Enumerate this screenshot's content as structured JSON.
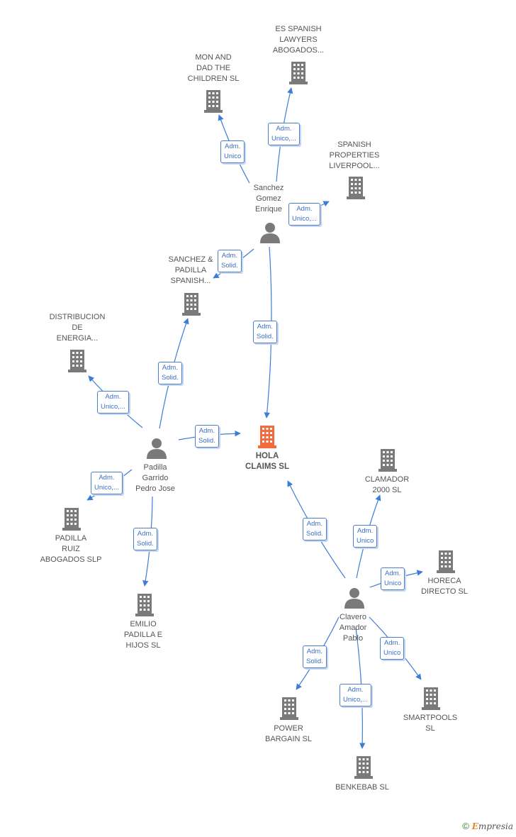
{
  "colors": {
    "edge": "#3d7dd6",
    "company": "#7a7a7a",
    "focus": "#f26a3d",
    "person": "#7a7a7a"
  },
  "nodes": [
    {
      "id": "hola",
      "kind": "company-focus",
      "label": "HOLA\nCLAIMS  SL"
    },
    {
      "id": "sanchez",
      "kind": "person",
      "label": "Sanchez\nGomez\nEnrique"
    },
    {
      "id": "padilla",
      "kind": "person",
      "label": "Padilla\nGarrido\nPedro Jose"
    },
    {
      "id": "clavero",
      "kind": "person",
      "label": "Clavero\nAmador\nPablo"
    },
    {
      "id": "mondad",
      "kind": "company",
      "label": "MON AND\nDAD THE\nCHILDREN  SL"
    },
    {
      "id": "eslawyers",
      "kind": "company",
      "label": "ES SPANISH\nLAWYERS\nABOGADOS..."
    },
    {
      "id": "spanishprop",
      "kind": "company",
      "label": "SPANISH\nPROPERTIES\nLIVERPOOL..."
    },
    {
      "id": "sanchezpad",
      "kind": "company",
      "label": "SANCHEZ &\nPADILLA\nSPANISH..."
    },
    {
      "id": "distribucion",
      "kind": "company",
      "label": "DISTRIBUCION\nDE\nENERGIA..."
    },
    {
      "id": "padillaruiz",
      "kind": "company",
      "label": "PADILLA\nRUIZ\nABOGADOS  SLP"
    },
    {
      "id": "emilio",
      "kind": "company",
      "label": "EMILIO\nPADILLA E\nHIJOS SL"
    },
    {
      "id": "clamador",
      "kind": "company",
      "label": "CLAMADOR\n2000 SL"
    },
    {
      "id": "horeca",
      "kind": "company",
      "label": "HORECA\nDIRECTO SL"
    },
    {
      "id": "power",
      "kind": "company",
      "label": "POWER\nBARGAIN  SL"
    },
    {
      "id": "smartpools",
      "kind": "company",
      "label": "SMARTPOOLS\nSL"
    },
    {
      "id": "benkebab",
      "kind": "company",
      "label": "BENKEBAB  SL"
    }
  ],
  "edges": [
    {
      "from": "sanchez",
      "to": "mondad",
      "label": "Adm.\nUnico"
    },
    {
      "from": "sanchez",
      "to": "eslawyers",
      "label": "Adm.\nUnico,..."
    },
    {
      "from": "sanchez",
      "to": "spanishprop",
      "label": "Adm.\nUnico,..."
    },
    {
      "from": "sanchez",
      "to": "sanchezpad",
      "label": "Adm.\nSolid."
    },
    {
      "from": "sanchez",
      "to": "hola",
      "label": "Adm.\nSolid."
    },
    {
      "from": "padilla",
      "to": "sanchezpad",
      "label": "Adm.\nSolid."
    },
    {
      "from": "padilla",
      "to": "distribucion",
      "label": "Adm.\nUnico,..."
    },
    {
      "from": "padilla",
      "to": "hola",
      "label": "Adm.\nSolid."
    },
    {
      "from": "padilla",
      "to": "padillaruiz",
      "label": "Adm.\nUnico,..."
    },
    {
      "from": "padilla",
      "to": "emilio",
      "label": "Adm.\nSolid."
    },
    {
      "from": "clavero",
      "to": "hola",
      "label": "Adm.\nSolid."
    },
    {
      "from": "clavero",
      "to": "clamador",
      "label": "Adm.\nUnico"
    },
    {
      "from": "clavero",
      "to": "horeca",
      "label": "Adm.\nUnico"
    },
    {
      "from": "clavero",
      "to": "power",
      "label": "Adm.\nSolid."
    },
    {
      "from": "clavero",
      "to": "smartpools",
      "label": "Adm.\nUnico"
    },
    {
      "from": "clavero",
      "to": "benkebab",
      "label": "Adm.\nUnico,..."
    }
  ],
  "footer": {
    "copyright_symbol": "©",
    "brand_first": "E",
    "brand_rest": "mpresia"
  }
}
